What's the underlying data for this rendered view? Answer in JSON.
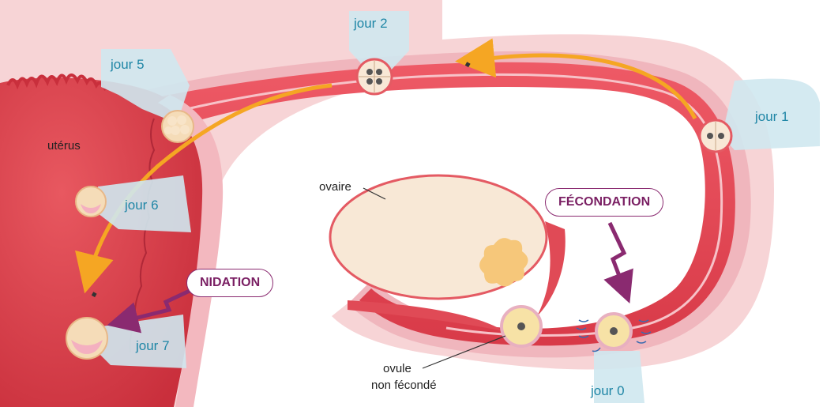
{
  "stages": {
    "jour0": "jour 0",
    "jour1": "jour 1",
    "jour2": "jour 2",
    "jour5": "jour 5",
    "jour6": "jour 6",
    "jour7": "jour 7"
  },
  "labels": {
    "uterus": "utérus",
    "ovaire": "ovaire",
    "ovule_line1": "ovule",
    "ovule_line2": "non fécondé"
  },
  "events": {
    "fecondation": "FÉCONDATION",
    "nidation": "NIDATION"
  },
  "colors": {
    "tissue": "#e0404a",
    "tube_lining": "#f5c6cc",
    "arrow_orange": "#f5a623",
    "event_purple": "#8a2a70",
    "tag_bg": "#cfe8ef",
    "tag_text": "#1f86a6"
  }
}
